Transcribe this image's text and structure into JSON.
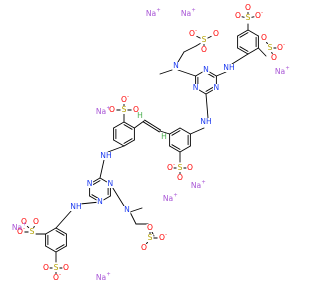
{
  "colors": {
    "bond": "#000000",
    "carbon": "#000000",
    "oxygen": "#ff0000",
    "sulfur": "#b3a100",
    "nitrogen": "#1f3df0",
    "sodium": "#a855d6",
    "vinyl_h": "#4caf50"
  },
  "counterions": [
    {
      "id": "na1",
      "symbol": "Na",
      "charge": "+"
    },
    {
      "id": "na2",
      "symbol": "Na",
      "charge": "+"
    },
    {
      "id": "na3",
      "symbol": "Na",
      "charge": "+"
    },
    {
      "id": "na4",
      "symbol": "Na",
      "charge": "+"
    },
    {
      "id": "na5",
      "symbol": "Na",
      "charge": "+"
    },
    {
      "id": "na6",
      "symbol": "Na",
      "charge": "+"
    },
    {
      "id": "na7",
      "symbol": "Na",
      "charge": "+"
    },
    {
      "id": "na8",
      "symbol": "Na",
      "charge": "+"
    }
  ],
  "atom_labels": {
    "O": "O",
    "O_minus": "-",
    "S": "S",
    "N": "N",
    "NH": "NH",
    "H": "H"
  }
}
